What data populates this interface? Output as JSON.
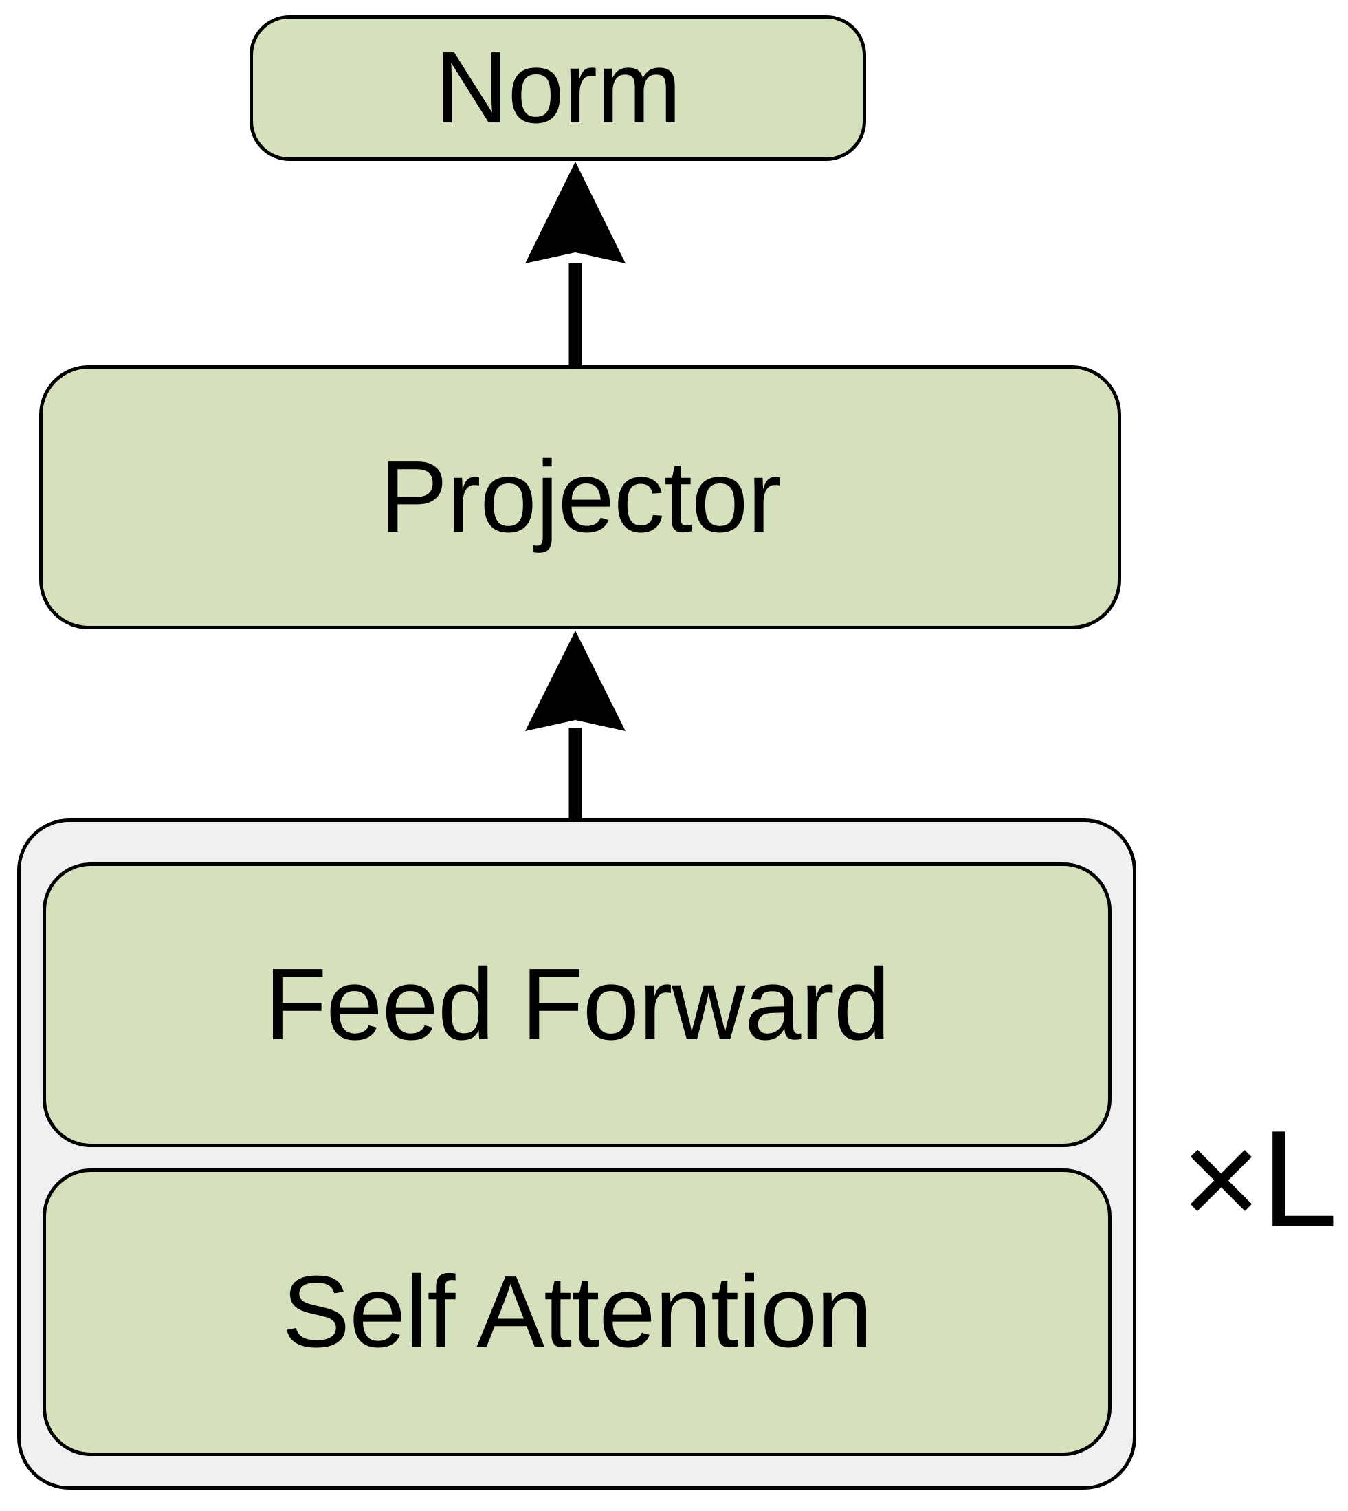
{
  "diagram": {
    "title": "Transformer encoder block diagram",
    "type": "flowchart",
    "background_color": "#ffffff",
    "node_fill_color": "#d5e0bc",
    "container_fill_color": "#f0f0f0",
    "stroke_color": "#000000",
    "nodes": [
      {
        "id": "norm",
        "label": "Norm"
      },
      {
        "id": "projector",
        "label": "Projector"
      },
      {
        "id": "feed_forward",
        "label": "Feed Forward"
      },
      {
        "id": "self_attention",
        "label": "Self Attention"
      }
    ],
    "container": {
      "id": "layer_stack",
      "repeat_label": "×L",
      "contains": [
        "feed_forward",
        "self_attention"
      ]
    },
    "edges": [
      {
        "from": "projector",
        "to": "norm",
        "style": "solid-arrow-up"
      },
      {
        "from": "layer_stack",
        "to": "projector",
        "style": "solid-arrow-up"
      }
    ]
  }
}
